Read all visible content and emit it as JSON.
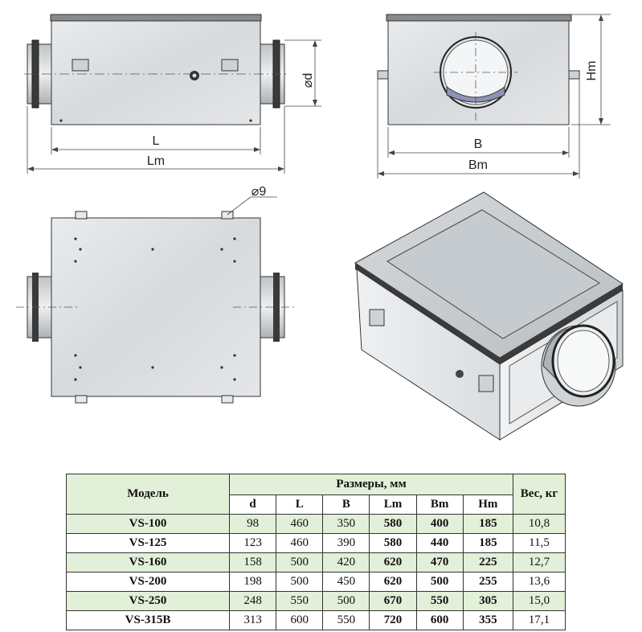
{
  "drawing": {
    "labels": {
      "d": "⌀d",
      "L": "L",
      "Lm": "Lm",
      "B": "B",
      "Bm": "Bm",
      "Hm": "Hm",
      "hole": "⌀9"
    }
  },
  "table": {
    "header_model": "Модель",
    "header_dims": "Размеры, мм",
    "header_weight": "Вес, кг",
    "columns": [
      "d",
      "L",
      "B",
      "Lm",
      "Bm",
      "Hm"
    ],
    "rows": [
      {
        "model": "VS-100",
        "d": "98",
        "L": "460",
        "B": "350",
        "Lm": "580",
        "Bm": "400",
        "Hm": "185",
        "weight": "10,8"
      },
      {
        "model": "VS-125",
        "d": "123",
        "L": "460",
        "B": "390",
        "Lm": "580",
        "Bm": "440",
        "Hm": "185",
        "weight": "11,5"
      },
      {
        "model": "VS-160",
        "d": "158",
        "L": "500",
        "B": "420",
        "Lm": "620",
        "Bm": "470",
        "Hm": "225",
        "weight": "12,7"
      },
      {
        "model": "VS-200",
        "d": "198",
        "L": "500",
        "B": "450",
        "Lm": "620",
        "Bm": "500",
        "Hm": "255",
        "weight": "13,6"
      },
      {
        "model": "VS-250",
        "d": "248",
        "L": "550",
        "B": "500",
        "Lm": "670",
        "Bm": "550",
        "Hm": "305",
        "weight": "15,0"
      },
      {
        "model": "VS-315B",
        "d": "313",
        "L": "600",
        "B": "550",
        "Lm": "720",
        "Bm": "600",
        "Hm": "355",
        "weight": "17,1"
      }
    ]
  }
}
